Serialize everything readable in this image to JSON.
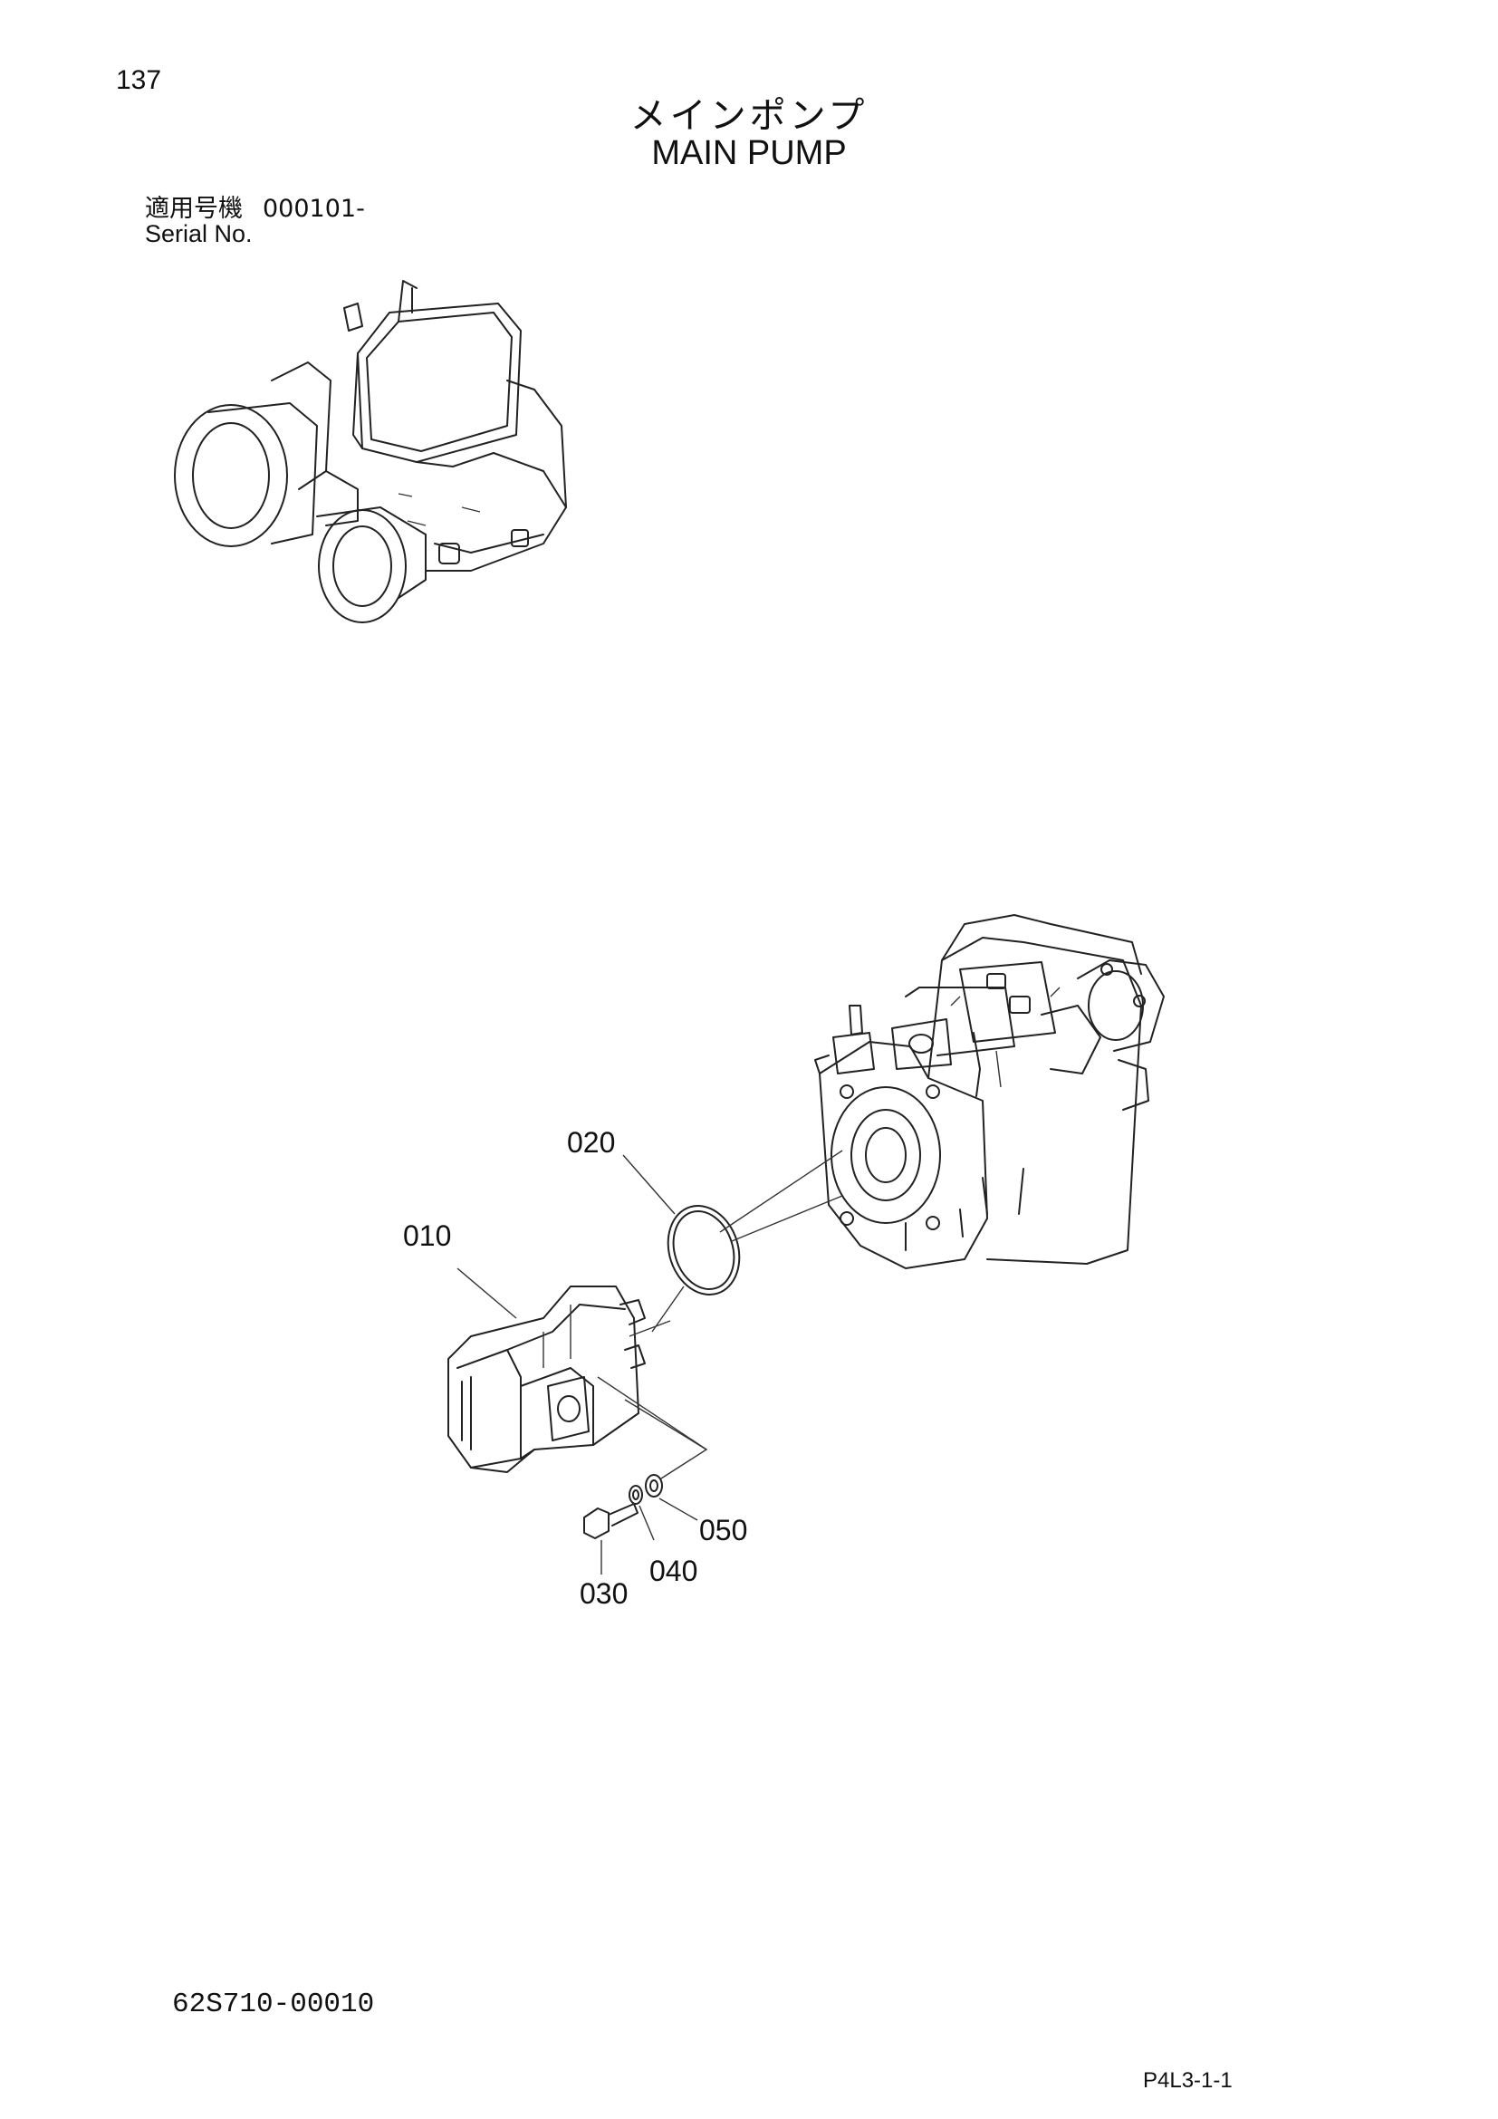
{
  "page_number": "137",
  "title_jp": "メインポンプ",
  "title_en": "MAIN PUMP",
  "serial": {
    "label_jp": "適用号機",
    "value": "000101-",
    "label_en": "Serial No."
  },
  "callouts": [
    "010",
    "020",
    "030",
    "040",
    "050"
  ],
  "part_number": "62S710-00010",
  "page_code": "P4L3-1-1"
}
